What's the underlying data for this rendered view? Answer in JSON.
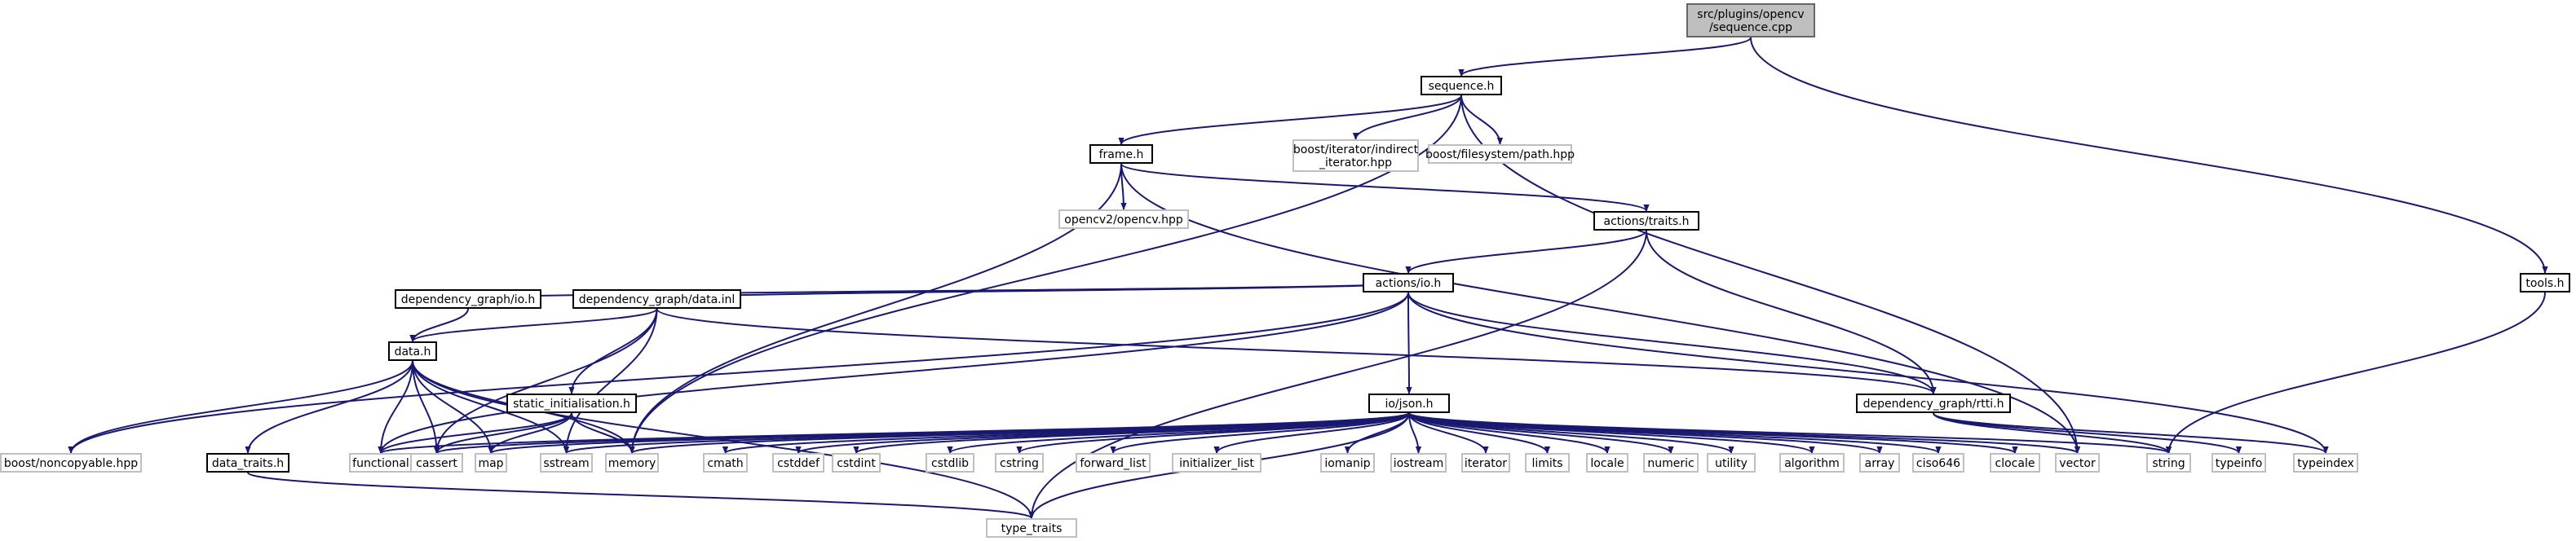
{
  "nodes": [
    {
      "id": "root",
      "lines": [
        "src/plugins/opencv",
        "/sequence.cpp"
      ],
      "kind": "root"
    },
    {
      "id": "sequence_h",
      "lines": [
        "sequence.h"
      ],
      "kind": "normal"
    },
    {
      "id": "frame_h",
      "lines": [
        "frame.h"
      ],
      "kind": "normal"
    },
    {
      "id": "boost_iter",
      "lines": [
        "boost/iterator/indirect",
        "_iterator.hpp"
      ],
      "kind": "external"
    },
    {
      "id": "boost_fs",
      "lines": [
        "boost/filesystem/path.hpp"
      ],
      "kind": "external"
    },
    {
      "id": "opencv_hpp",
      "lines": [
        "opencv2/opencv.hpp"
      ],
      "kind": "external"
    },
    {
      "id": "actions_traits_h",
      "lines": [
        "actions/traits.h"
      ],
      "kind": "normal"
    },
    {
      "id": "tools_h",
      "lines": [
        "tools.h"
      ],
      "kind": "normal"
    },
    {
      "id": "actions_io_h",
      "lines": [
        "actions/io.h"
      ],
      "kind": "normal"
    },
    {
      "id": "dg_io_h",
      "lines": [
        "dependency_graph/io.h"
      ],
      "kind": "normal"
    },
    {
      "id": "dg_data_inl",
      "lines": [
        "dependency_graph/data.inl"
      ],
      "kind": "normal"
    },
    {
      "id": "data_h",
      "lines": [
        "data.h"
      ],
      "kind": "normal"
    },
    {
      "id": "static_init_h",
      "lines": [
        "static_initialisation.h"
      ],
      "kind": "normal"
    },
    {
      "id": "io_json_h",
      "lines": [
        "io/json.h"
      ],
      "kind": "normal"
    },
    {
      "id": "dg_rtti_h",
      "lines": [
        "dependency_graph/rtti.h"
      ],
      "kind": "normal"
    },
    {
      "id": "boost_noncopyable",
      "lines": [
        "boost/noncopyable.hpp"
      ],
      "kind": "external"
    },
    {
      "id": "data_traits_h",
      "lines": [
        "data_traits.h"
      ],
      "kind": "normal"
    },
    {
      "id": "functional",
      "lines": [
        "functional"
      ],
      "kind": "external"
    },
    {
      "id": "cassert",
      "lines": [
        "cassert"
      ],
      "kind": "external"
    },
    {
      "id": "map",
      "lines": [
        "map"
      ],
      "kind": "external"
    },
    {
      "id": "sstream",
      "lines": [
        "sstream"
      ],
      "kind": "external"
    },
    {
      "id": "memory",
      "lines": [
        "memory"
      ],
      "kind": "external"
    },
    {
      "id": "cmath",
      "lines": [
        "cmath"
      ],
      "kind": "external"
    },
    {
      "id": "cstddef",
      "lines": [
        "cstddef"
      ],
      "kind": "external"
    },
    {
      "id": "cstdint",
      "lines": [
        "cstdint"
      ],
      "kind": "external"
    },
    {
      "id": "cstdlib",
      "lines": [
        "cstdlib"
      ],
      "kind": "external"
    },
    {
      "id": "cstring",
      "lines": [
        "cstring"
      ],
      "kind": "external"
    },
    {
      "id": "forward_list",
      "lines": [
        "forward_list"
      ],
      "kind": "external"
    },
    {
      "id": "initializer_list",
      "lines": [
        "initializer_list"
      ],
      "kind": "external"
    },
    {
      "id": "iomanip",
      "lines": [
        "iomanip"
      ],
      "kind": "external"
    },
    {
      "id": "iostream",
      "lines": [
        "iostream"
      ],
      "kind": "external"
    },
    {
      "id": "iterator",
      "lines": [
        "iterator"
      ],
      "kind": "external"
    },
    {
      "id": "limits",
      "lines": [
        "limits"
      ],
      "kind": "external"
    },
    {
      "id": "locale",
      "lines": [
        "locale"
      ],
      "kind": "external"
    },
    {
      "id": "numeric",
      "lines": [
        "numeric"
      ],
      "kind": "external"
    },
    {
      "id": "utility",
      "lines": [
        "utility"
      ],
      "kind": "external"
    },
    {
      "id": "algorithm",
      "lines": [
        "algorithm"
      ],
      "kind": "external"
    },
    {
      "id": "array",
      "lines": [
        "array"
      ],
      "kind": "external"
    },
    {
      "id": "ciso646",
      "lines": [
        "ciso646"
      ],
      "kind": "external"
    },
    {
      "id": "clocale",
      "lines": [
        "clocale"
      ],
      "kind": "external"
    },
    {
      "id": "vector",
      "lines": [
        "vector"
      ],
      "kind": "external"
    },
    {
      "id": "string",
      "lines": [
        "string"
      ],
      "kind": "external"
    },
    {
      "id": "typeinfo",
      "lines": [
        "typeinfo"
      ],
      "kind": "external"
    },
    {
      "id": "typeindex",
      "lines": [
        "typeindex"
      ],
      "kind": "external"
    },
    {
      "id": "type_traits",
      "lines": [
        "type_traits"
      ],
      "kind": "external"
    }
  ],
  "edges": [
    [
      "root",
      "sequence_h"
    ],
    [
      "root",
      "tools_h"
    ],
    [
      "sequence_h",
      "frame_h"
    ],
    [
      "sequence_h",
      "boost_iter"
    ],
    [
      "sequence_h",
      "boost_fs"
    ],
    [
      "sequence_h",
      "memory"
    ],
    [
      "sequence_h",
      "vector"
    ],
    [
      "frame_h",
      "opencv_hpp"
    ],
    [
      "frame_h",
      "actions_traits_h"
    ],
    [
      "frame_h",
      "memory"
    ],
    [
      "frame_h",
      "vector"
    ],
    [
      "actions_traits_h",
      "actions_io_h"
    ],
    [
      "actions_traits_h",
      "dg_rtti_h"
    ],
    [
      "actions_traits_h",
      "type_traits"
    ],
    [
      "tools_h",
      "string"
    ],
    [
      "actions_io_h",
      "dg_io_h"
    ],
    [
      "actions_io_h",
      "dg_data_inl"
    ],
    [
      "actions_io_h",
      "io_json_h"
    ],
    [
      "actions_io_h",
      "dg_rtti_h"
    ],
    [
      "actions_io_h",
      "boost_noncopyable"
    ],
    [
      "actions_io_h",
      "functional"
    ],
    [
      "actions_io_h",
      "typeindex"
    ],
    [
      "dg_io_h",
      "data_h"
    ],
    [
      "dg_data_inl",
      "data_h"
    ],
    [
      "dg_data_inl",
      "static_init_h"
    ],
    [
      "dg_data_inl",
      "dg_rtti_h"
    ],
    [
      "dg_data_inl",
      "cassert"
    ],
    [
      "dg_data_inl",
      "sstream"
    ],
    [
      "data_h",
      "boost_noncopyable"
    ],
    [
      "data_h",
      "data_traits_h"
    ],
    [
      "data_h",
      "functional"
    ],
    [
      "data_h",
      "cassert"
    ],
    [
      "data_h",
      "map"
    ],
    [
      "data_h",
      "sstream"
    ],
    [
      "data_h",
      "memory"
    ],
    [
      "data_h",
      "type_traits"
    ],
    [
      "static_init_h",
      "functional"
    ],
    [
      "static_init_h",
      "cassert"
    ],
    [
      "static_init_h",
      "map"
    ],
    [
      "static_init_h",
      "memory"
    ],
    [
      "data_traits_h",
      "type_traits"
    ],
    [
      "io_json_h",
      "functional"
    ],
    [
      "io_json_h",
      "cassert"
    ],
    [
      "io_json_h",
      "map"
    ],
    [
      "io_json_h",
      "sstream"
    ],
    [
      "io_json_h",
      "memory"
    ],
    [
      "io_json_h",
      "cmath"
    ],
    [
      "io_json_h",
      "cstddef"
    ],
    [
      "io_json_h",
      "cstdint"
    ],
    [
      "io_json_h",
      "cstdlib"
    ],
    [
      "io_json_h",
      "cstring"
    ],
    [
      "io_json_h",
      "forward_list"
    ],
    [
      "io_json_h",
      "initializer_list"
    ],
    [
      "io_json_h",
      "iomanip"
    ],
    [
      "io_json_h",
      "iostream"
    ],
    [
      "io_json_h",
      "iterator"
    ],
    [
      "io_json_h",
      "limits"
    ],
    [
      "io_json_h",
      "locale"
    ],
    [
      "io_json_h",
      "numeric"
    ],
    [
      "io_json_h",
      "utility"
    ],
    [
      "io_json_h",
      "algorithm"
    ],
    [
      "io_json_h",
      "array"
    ],
    [
      "io_json_h",
      "ciso646"
    ],
    [
      "io_json_h",
      "clocale"
    ],
    [
      "io_json_h",
      "vector"
    ],
    [
      "io_json_h",
      "string"
    ],
    [
      "io_json_h",
      "type_traits"
    ],
    [
      "dg_rtti_h",
      "string"
    ],
    [
      "dg_rtti_h",
      "typeinfo"
    ],
    [
      "dg_rtti_h",
      "typeindex"
    ]
  ]
}
